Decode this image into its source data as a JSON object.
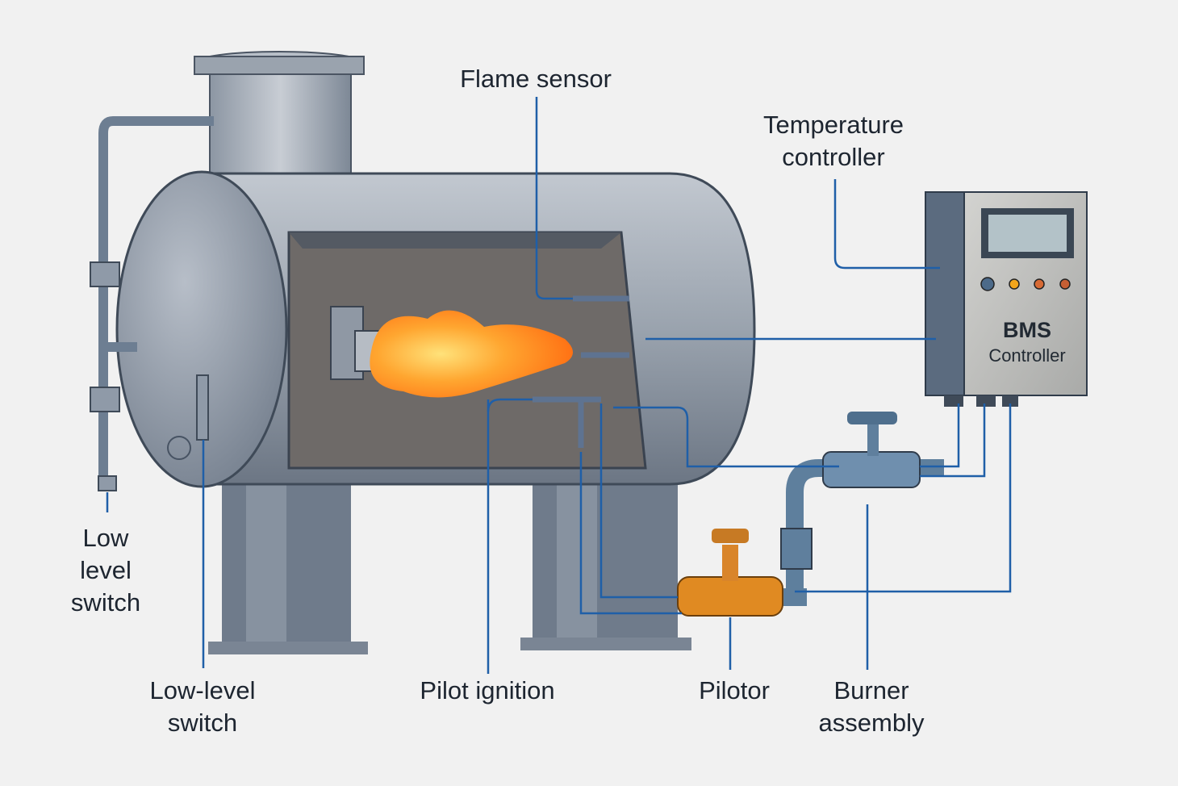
{
  "title": "Boiler burner management system diagram",
  "colors": {
    "background": "#f1f1f1",
    "leader_line": "#1f5fa8",
    "label_text": "#1d2530",
    "vessel": "#8a95a3",
    "flame": "#ff8a1c",
    "pilot_valve": "#e08a22",
    "pipe": "#5e7f9d"
  },
  "labels": {
    "flame_sensor": "Flame sensor",
    "temperature_controller_line1": "Temperature",
    "temperature_controller_line2": "controller",
    "low_level_switch_left_line1": "Low",
    "low_level_switch_left_line2": "level",
    "low_level_switch_left_line3": "switch",
    "low_level_switch_bottom_line1": "Low-level",
    "low_level_switch_bottom_line2": "switch",
    "pilot_ignition": "Pilot ignition",
    "pilotor": "Pilotor",
    "burner_assembly_line1": "Burner",
    "burner_assembly_line2": "assembly"
  },
  "controller": {
    "line1": "BMS",
    "line2": "Controller",
    "indicator_lights": [
      "blue",
      "amber",
      "orange",
      "orange"
    ]
  }
}
